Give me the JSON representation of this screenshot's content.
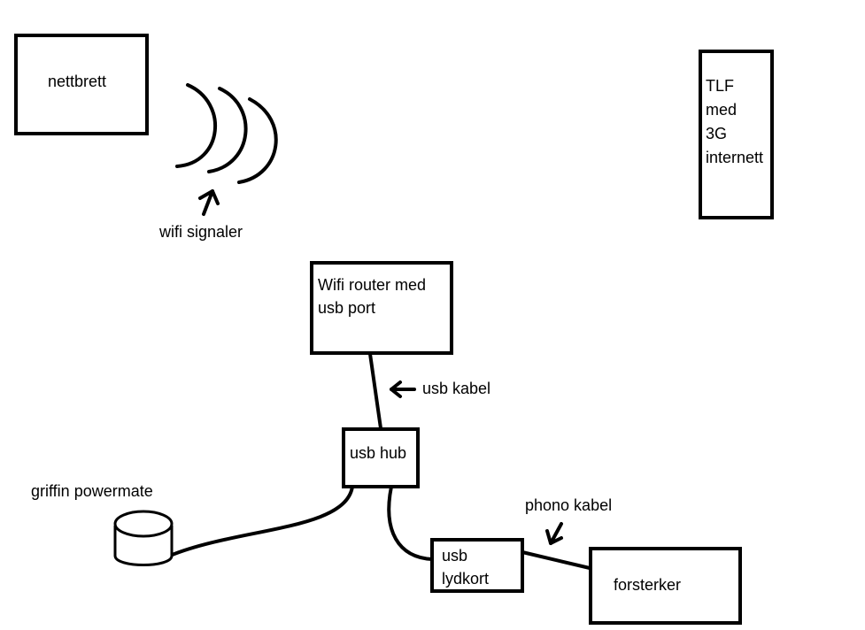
{
  "nodes": {
    "tablet": {
      "label": "nettbrett"
    },
    "phone": {
      "lines": [
        "TLF",
        "med",
        "3G",
        "internett"
      ]
    },
    "router": {
      "lines": [
        "Wifi router med",
        "usb port"
      ]
    },
    "usb_hub": {
      "label": "usb hub"
    },
    "usb_soundcard": {
      "lines": [
        "usb",
        "lydkort"
      ]
    },
    "amplifier": {
      "label": "forsterker"
    },
    "powermate": {
      "label": "griffin powermate"
    }
  },
  "annotations": {
    "wifi": "wifi signaler",
    "usb_cable": "usb kabel",
    "phono_cable": "phono kabel"
  }
}
